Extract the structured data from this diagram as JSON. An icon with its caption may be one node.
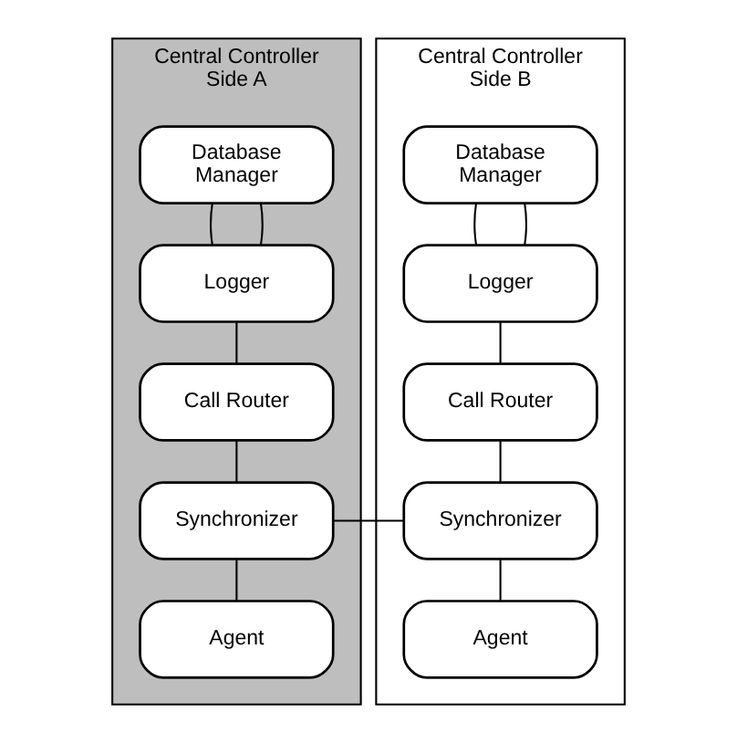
{
  "diagram": {
    "nodes": [
      {
        "text": [
          "Central Controller Side A"
        ]
      },
      {
        "text": [
          "Database Manager"
        ],
        "in": 0
      },
      {
        "text": [
          "Logger"
        ],
        "in": 0
      },
      {
        "text": [
          "Call Router"
        ],
        "in": 0
      },
      {
        "text": [
          "Synchronizer"
        ],
        "in": 0
      },
      {
        "text": [
          "Agent"
        ],
        "in": 0
      },
      {
        "text": [
          "Central Controller Side B"
        ]
      },
      {
        "text": [
          "Database Manager"
        ],
        "in": 6
      },
      {
        "text": [
          "Logger"
        ],
        "in": 6
      },
      {
        "text": [
          "Call Router"
        ],
        "in": 6
      },
      {
        "text": [
          "Synchronizer"
        ],
        "in": 6
      },
      {
        "text": [
          "Agent"
        ],
        "in": 6
      }
    ],
    "edges": [
      {
        "from": 1,
        "to": 2,
        "arrow": "none"
      },
      {
        "from": 1,
        "to": 2,
        "arrow": "none"
      },
      {
        "from": 2,
        "to": 3,
        "arrow": "none"
      },
      {
        "from": 3,
        "to": 4,
        "arrow": "none"
      },
      {
        "from": 4,
        "to": 5,
        "arrow": "none"
      },
      {
        "from": 7,
        "to": 8,
        "arrow": "none"
      },
      {
        "from": 7,
        "to": 8,
        "arrow": "none"
      },
      {
        "from": 8,
        "to": 9,
        "arrow": "none"
      },
      {
        "from": 9,
        "to": 10,
        "arrow": "none"
      },
      {
        "from": 10,
        "to": 11,
        "arrow": "none"
      },
      {
        "from": 4,
        "to": 10,
        "arrow": "none"
      }
    ]
  }
}
